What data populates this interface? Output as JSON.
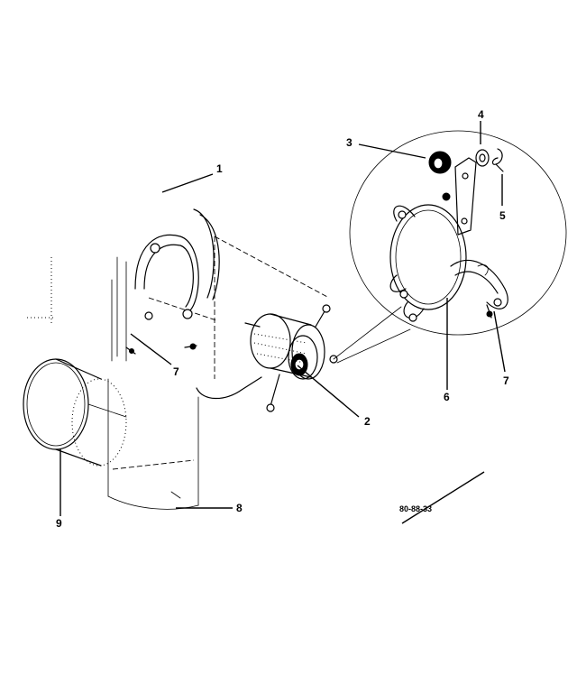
{
  "callouts": [
    {
      "id": "1",
      "label": "1"
    },
    {
      "id": "2",
      "label": "2"
    },
    {
      "id": "3",
      "label": "3"
    },
    {
      "id": "4",
      "label": "4"
    },
    {
      "id": "5",
      "label": "5"
    },
    {
      "id": "6",
      "label": "6"
    },
    {
      "id": "7a",
      "label": "7"
    },
    {
      "id": "7b",
      "label": "7"
    },
    {
      "id": "8",
      "label": "8"
    },
    {
      "id": "9",
      "label": "9"
    }
  ],
  "drawing_number": "80-88-33"
}
